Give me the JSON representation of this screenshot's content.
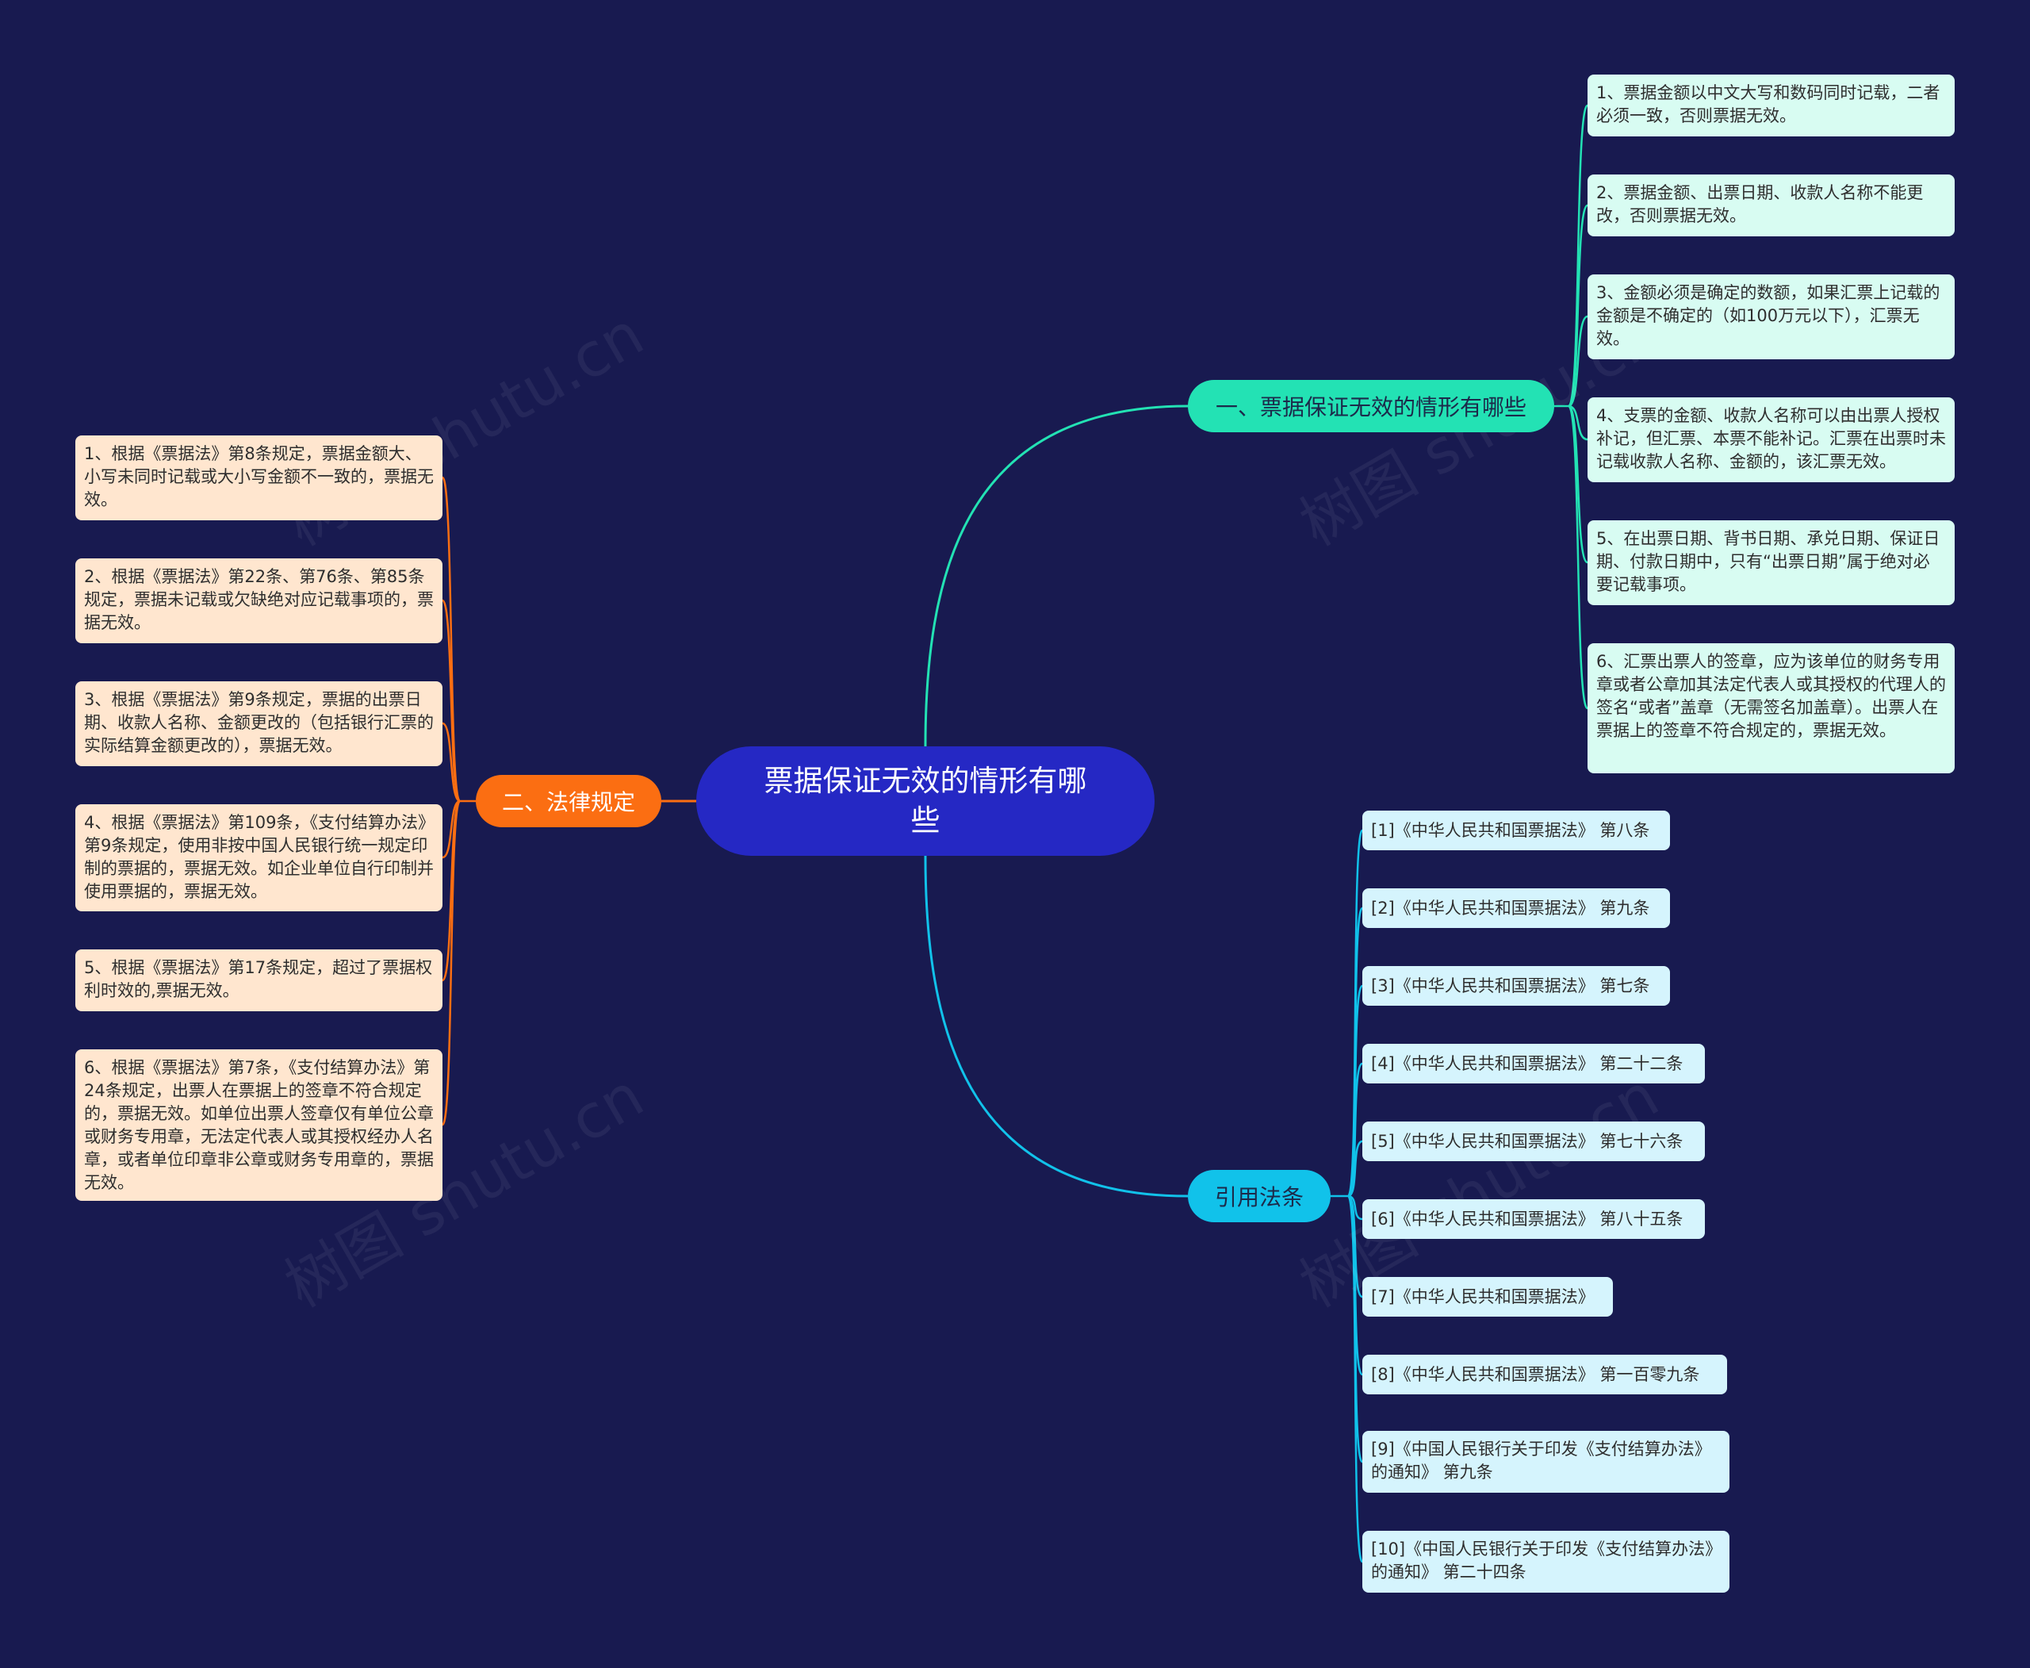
{
  "root": {
    "title": "票据保证无效的情形有哪些"
  },
  "branch1": {
    "label": "一、票据保证无效的情形有哪些",
    "color": "#23e2b4",
    "items": [
      "1、票据金额以中文大写和数码同时记载，二者必须一致，否则票据无效。",
      "2、票据金额、出票日期、收款人名称不能更改，否则票据无效。",
      "3、金额必须是确定的数额，如果汇票上记载的金额是不确定的（如100万元以下），汇票无效。",
      "4、支票的金额、收款人名称可以由出票人授权补记，但汇票、本票不能补记。汇票在出票时未记载收款人名称、金额的，该汇票无效。",
      "5、在出票日期、背书日期、承兑日期、保证日期、付款日期中，只有“出票日期”属于绝对必要记载事项。",
      "6、汇票出票人的签章，应为该单位的财务专用章或者公章加其法定代表人或其授权的代理人的签名“或者”盖章（无需签名加盖章）。出票人在票据上的签章不符合规定的，票据无效。"
    ]
  },
  "branch2": {
    "label": "二、法律规定",
    "color": "#fb6e12",
    "items": [
      "1、根据《票据法》第8条规定，票据金额大、小写未同时记载或大小写金额不一致的，票据无效。",
      "2、根据《票据法》第22条、第76条、第85条规定，票据未记载或欠缺绝对应记载事项的，票据无效。",
      "3、根据《票据法》第9条规定，票据的出票日期、收款人名称、金额更改的（包括银行汇票的实际结算金额更改的），票据无效。",
      "4、根据《票据法》第109条，《支付结算办法》第9条规定，使用非按中国人民银行统一规定印制的票据的，票据无效。如企业单位自行印制并使用票据的，票据无效。",
      "5、根据《票据法》第17条规定，超过了票据权利时效的,票据无效。",
      "6、根据《票据法》第7条，《支付结算办法》第24条规定，出票人在票据上的签章不符合规定的，票据无效。如单位出票人签章仅有单位公章或财务专用章，无法定代表人或其授权经办人名章，或者单位印章非公章或财务专用章的，票据无效。"
    ]
  },
  "branch3": {
    "label": "引用法条",
    "color": "#11c2ea",
    "items": [
      "[1]《中华人民共和国票据法》 第八条",
      "[2]《中华人民共和国票据法》 第九条",
      "[3]《中华人民共和国票据法》 第七条",
      "[4]《中华人民共和国票据法》 第二十二条",
      "[5]《中华人民共和国票据法》 第七十六条",
      "[6]《中华人民共和国票据法》 第八十五条",
      "[7]《中华人民共和国票据法》",
      "[8]《中华人民共和国票据法》 第一百零九条",
      "[9]《中国人民银行关于印发《支付结算办法》的通知》 第九条",
      "[10]《中国人民银行关于印发《支付结算办法》的通知》 第二十四条"
    ]
  },
  "watermark": {
    "text": "树图 shutu.cn"
  }
}
